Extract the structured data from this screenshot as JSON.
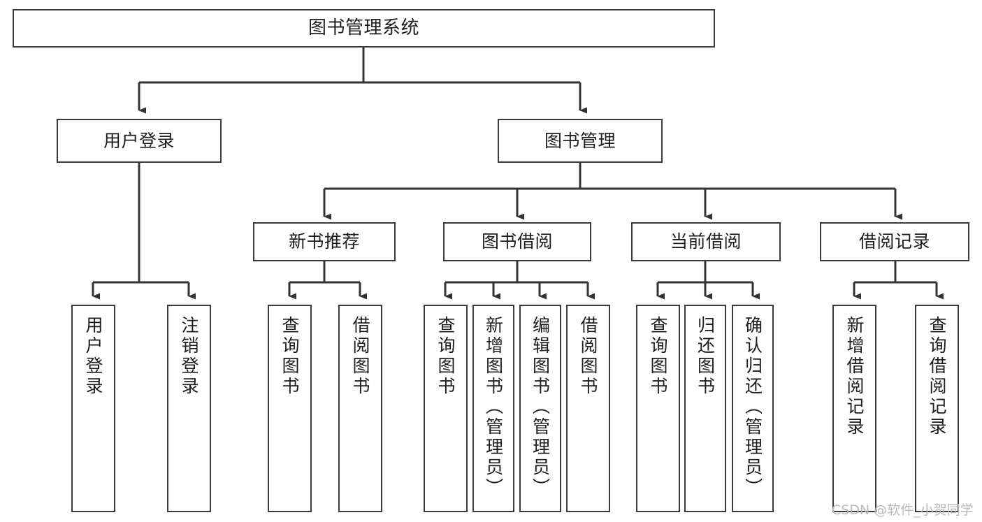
{
  "diagram": {
    "title": "图书管理系统",
    "type": "hierarchy-tree",
    "watermark": "CSDN @软件_小贺同学",
    "colors": {
      "background": "#ffffff",
      "box_border": "#3a3a3a",
      "box_fill": "#ffffff",
      "edge": "#333333",
      "text": "#1d1d1d",
      "watermark": "#b9b9b9"
    },
    "root": {
      "label": "图书管理系统"
    },
    "level2": [
      {
        "label": "用户登录"
      },
      {
        "label": "图书管理"
      }
    ],
    "level3": [
      {
        "label": "新书推荐"
      },
      {
        "label": "图书借阅"
      },
      {
        "label": "当前借阅"
      },
      {
        "label": "借阅记录"
      }
    ],
    "leaves": {
      "user_login": [
        {
          "label": "用户登录"
        },
        {
          "label": "注销登录"
        }
      ],
      "new_book": [
        {
          "label": "查询图书"
        },
        {
          "label": "借阅图书"
        }
      ],
      "book_borrow": [
        {
          "label": "查询图书"
        },
        {
          "label": "新增图书（管理员）"
        },
        {
          "label": "编辑图书（管理员）"
        },
        {
          "label": "借阅图书"
        }
      ],
      "current_borrow": [
        {
          "label": "查询图书"
        },
        {
          "label": "归还图书"
        },
        {
          "label": "确认归还（管理员）"
        }
      ],
      "borrow_record": [
        {
          "label": "新增借阅记录"
        },
        {
          "label": "查询借阅记录"
        }
      ]
    }
  }
}
